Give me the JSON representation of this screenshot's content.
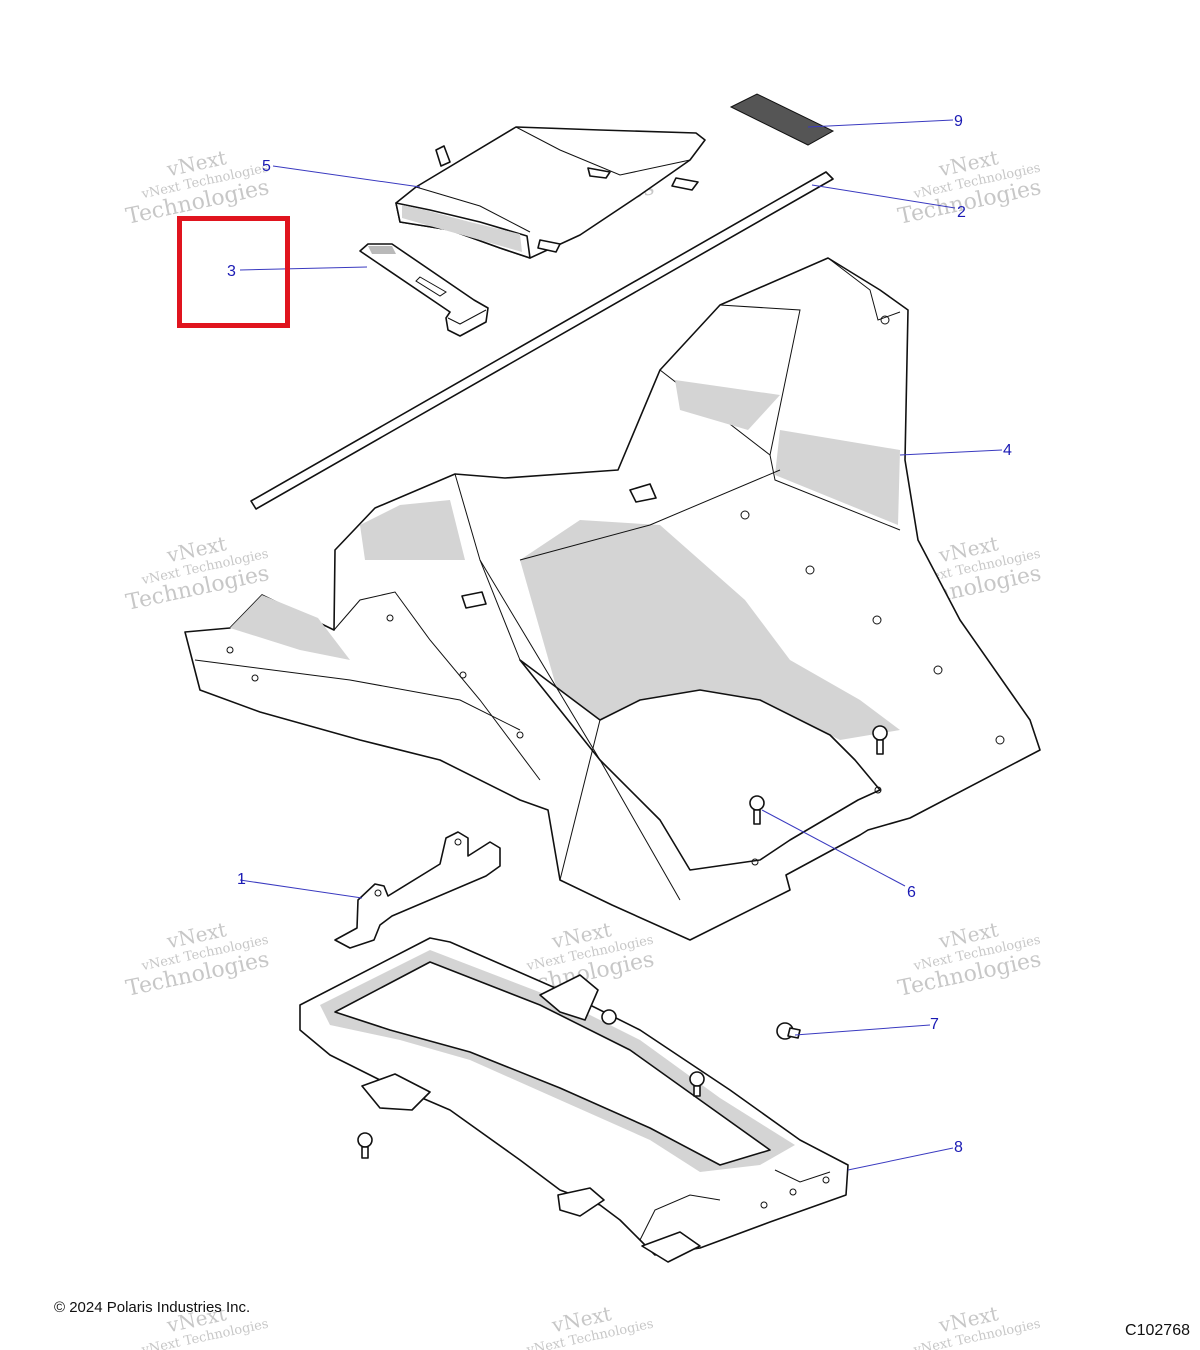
{
  "callouts": [
    {
      "id": "1",
      "label": "1"
    },
    {
      "id": "2",
      "label": "2"
    },
    {
      "id": "3",
      "label": "3"
    },
    {
      "id": "4",
      "label": "4"
    },
    {
      "id": "5",
      "label": "5"
    },
    {
      "id": "6",
      "label": "6"
    },
    {
      "id": "7",
      "label": "7"
    },
    {
      "id": "8",
      "label": "8"
    },
    {
      "id": "9",
      "label": "9"
    }
  ],
  "highlighted_callout": "3",
  "watermark": {
    "line1": "vNext",
    "line2": "vNext Technologies",
    "line3": "Technologies"
  },
  "copyright": "© 2024 Polaris Industries Inc.",
  "diagram_id": "C102768",
  "colors": {
    "callout": "#1a1ab4",
    "highlight": "#e0141e"
  }
}
